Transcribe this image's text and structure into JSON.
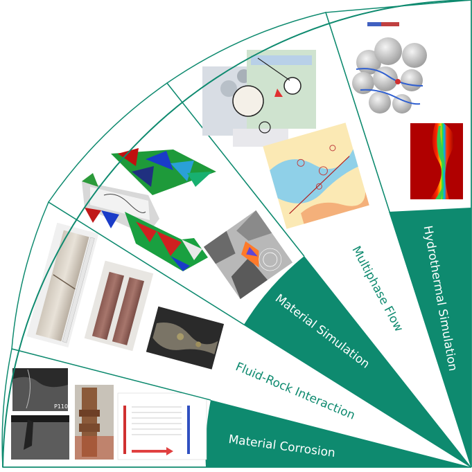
{
  "colors": {
    "accent": "#0e8a6f",
    "accent_light": "#ffffff",
    "label_on_accent": "#ffffff",
    "label_on_light": "#0e8a6f",
    "outline": "#0e8a6f"
  },
  "sectors": [
    {
      "id": "material-corrosion",
      "label": "Material Corrosion",
      "band_fill": "accent",
      "images": [
        "sem-micrograph-p110",
        "sem-pit-cross-section",
        "corroded-pipe-photo",
        "well-completion-diagram"
      ],
      "image_text": [
        "P110"
      ]
    },
    {
      "id": "fluid-rock-interaction",
      "label": "Fluid-Rock Interaction",
      "band_fill": "light",
      "images": [
        "granite-core-photo",
        "red-sandstone-core-photo",
        "fractured-rock-surface-photo"
      ]
    },
    {
      "id": "material-simulation",
      "label": "Material Simulation",
      "band_fill": "accent",
      "images": [
        "grain-model-3d-top",
        "grain-model-fracture",
        "grain-model-slices",
        "grain-contour-map"
      ]
    },
    {
      "id": "multiphase-flow",
      "label": "Multiphase Flow",
      "band_fill": "light",
      "images": [
        "pore-scale-zoom-schematic",
        "multiphase-field-map"
      ]
    },
    {
      "id": "hydrothermal-simulation",
      "label": "Hydrothermal Simulation",
      "band_fill": "accent",
      "images": [
        "3d-pore-velocity-render",
        "temperature-field-heatmap"
      ]
    }
  ]
}
